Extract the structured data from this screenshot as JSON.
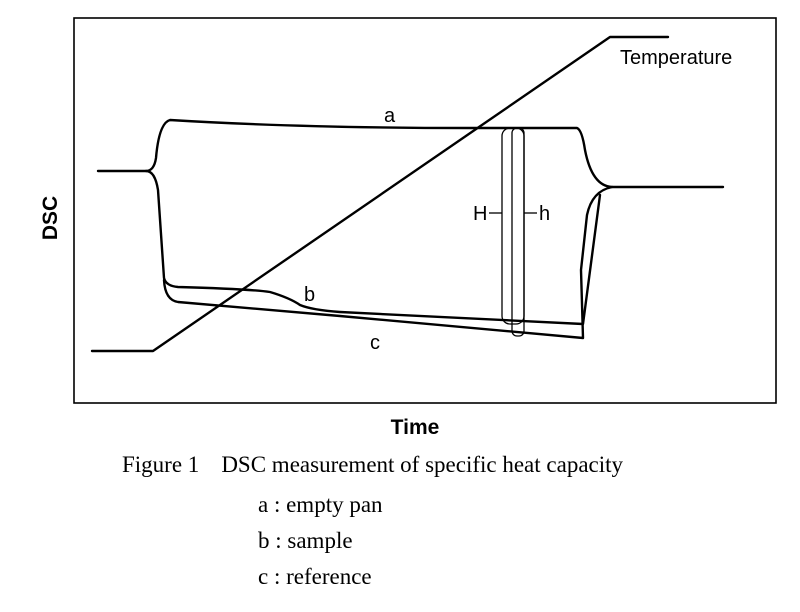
{
  "diagram": {
    "y_axis_label": "DSC",
    "x_axis_label": "Time",
    "curve_labels": {
      "temperature": "Temperature",
      "a": "a",
      "b": "b",
      "c": "c",
      "H": "H",
      "h": "h"
    }
  },
  "caption": {
    "figure_number": "Figure 1",
    "title": "DSC measurement of specific heat capacity",
    "legend": [
      "a : empty pan",
      "b : sample",
      "c : reference"
    ]
  }
}
